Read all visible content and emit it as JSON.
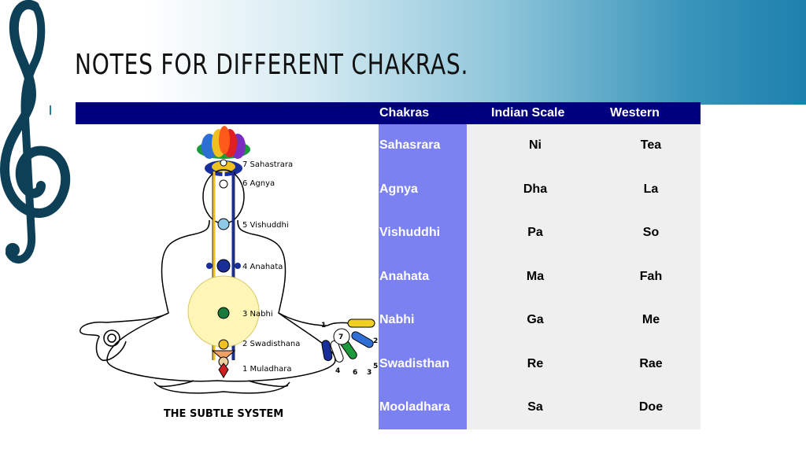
{
  "slide": {
    "title": "NOTES FOR DIFFERENT CHAKRAS."
  },
  "colors": {
    "header_band_end": "#1d80ad",
    "table_header_bg": "#00007f",
    "chakra_column_bg": "#7b81f1",
    "values_bg": "#efefef",
    "clef": "#0d3f57"
  },
  "icons": {
    "clef": "treble-clef-icon"
  },
  "figure": {
    "caption": "THE SUBTLE SYSTEM",
    "labels": [
      "7 Sahastrara",
      "6 Agnya",
      "5 Vishuddhi",
      "4 Anahata",
      "3 Nabhi",
      "2 Swadisthana",
      "1 Muladhara"
    ],
    "hand_numbers": [
      "1",
      "2",
      "3",
      "4",
      "5",
      "6",
      "7"
    ]
  },
  "table": {
    "headers": [
      "Chakras",
      "Indian Scale",
      "Western"
    ],
    "rows": [
      {
        "chakra": "Sahasrara",
        "indian": "Ni",
        "western": "Tea"
      },
      {
        "chakra": "Agnya",
        "indian": "Dha",
        "western": "La"
      },
      {
        "chakra": "Vishuddhi",
        "indian": "Pa",
        "western": "So"
      },
      {
        "chakra": "Anahata",
        "indian": "Ma",
        "western": "Fah"
      },
      {
        "chakra": "Nabhi",
        "indian": "Ga",
        "western": "Me"
      },
      {
        "chakra": "Swadisthan",
        "indian": "Re",
        "western": "Rae"
      },
      {
        "chakra": "Mooladhara",
        "indian": "Sa",
        "western": "Doe"
      }
    ]
  }
}
